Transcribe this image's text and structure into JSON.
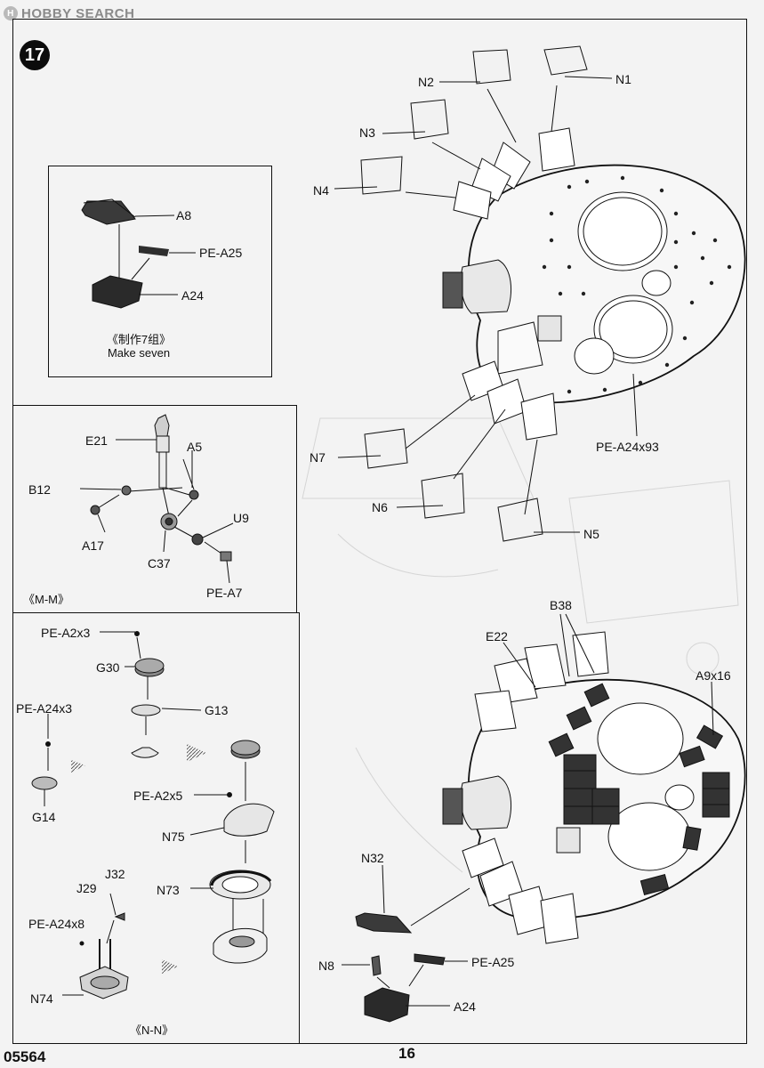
{
  "watermark": {
    "logo": "H",
    "text": "HOBBY SEARCH"
  },
  "step_number": "17",
  "box_make_seven": {
    "labels": {
      "a8": "A8",
      "pe_a25": "PE-A25",
      "a24": "A24"
    },
    "caption_cn": "《制作7组》",
    "caption_en": "Make seven"
  },
  "box_mm": {
    "labels": {
      "e21": "E21",
      "a5": "A5",
      "b12": "B12",
      "u9": "U9",
      "a17": "A17",
      "c37": "C37",
      "pe_a7": "PE-A7"
    },
    "caption": "《M-M》"
  },
  "box_nn": {
    "labels": {
      "pe_a2x3": "PE-A2x3",
      "g30": "G30",
      "pe_a24x3": "PE-A24x3",
      "g13": "G13",
      "g14": "G14",
      "pe_a2x5": "PE-A2x5",
      "n75": "N75",
      "j32": "J32",
      "j29": "J29",
      "n73": "N73",
      "pe_a24x8": "PE-A24x8",
      "n74": "N74"
    },
    "caption": "《N-N》"
  },
  "top_turret": {
    "labels": {
      "n1": "N1",
      "n2": "N2",
      "n3": "N3",
      "n4": "N4",
      "n5": "N5",
      "n6": "N6",
      "n7": "N7",
      "pe_a24x93": "PE-A24x93"
    }
  },
  "bottom_turret": {
    "labels": {
      "b38": "B38",
      "e22": "E22",
      "a9x16": "A9x16",
      "n32": "N32",
      "n8": "N8",
      "pe_a25": "PE-A25",
      "a24": "A24"
    }
  },
  "footer": {
    "code": "05564",
    "page": "16"
  }
}
